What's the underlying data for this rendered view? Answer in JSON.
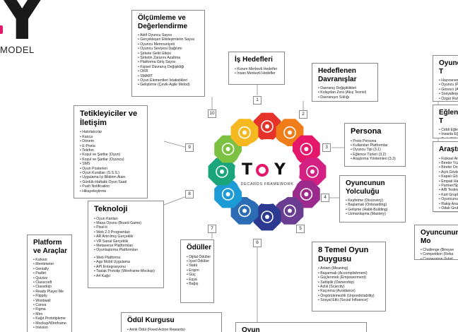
{
  "logo": {
    "letter": "Y",
    "tagline": "MODEL"
  },
  "hub": {
    "t": "T",
    "y": "Y",
    "subtitle": "DECARDS FRAMEWORK"
  },
  "colors": [
    "#e5332a",
    "#ef7d1a",
    "#e5176b",
    "#d42082",
    "#9b2a8c",
    "#6a3c92",
    "#2b3990",
    "#2b6cb5",
    "#1c9bd7",
    "#1aa57a",
    "#7cc142",
    "#f5b820"
  ],
  "icons": [
    "briefcase-icon",
    "brain-icon",
    "person-icon",
    "maze-icon",
    "lotus-icon",
    "dice-icon",
    "trophy-icon",
    "helmet-icon",
    "wifi-icon",
    "chart-icon",
    "megaphone-icon"
  ],
  "boxes": {
    "olcumleme": {
      "num": "10",
      "title": "Ölçümleme ve Değerlendirme",
      "items": [
        "Aktif Oyuncu Sayısı",
        "Gerçekleşen Etkileşimlerin Sayısı",
        "Oyuncu Memnuniyeti",
        "Oyuncu Seviyesi Dağılımı",
        "Şirkete Geliri Etkisi",
        "Şirketin Zararını Azaltma",
        "Platforma Giriş Sayısı",
        "Kişisel Davranış Değişikliği",
        "OKR",
        "SMART",
        "Oyun Elementleri İstatistikleri",
        "Geliştirme (Çevik-Agile Metod)"
      ]
    },
    "is_hedefleri": {
      "num": "1",
      "title": "İş Hedefleri",
      "items": [
        "Kurum Merkezli Hedefler",
        "İnsan Merkezli Hedefler"
      ]
    },
    "hedeflenen": {
      "num": "2",
      "title": "Hedeflenen Davranışlar",
      "items": [
        "Davranış Değişiklikleri",
        "Kolaydan Zora (Akış Teorisi)",
        "Davranışın Sıklığı"
      ]
    },
    "persona": {
      "num": "3",
      "title": "Persona",
      "items": [
        "Proto Persona",
        "Kullanılan Platformlar",
        "Oyuncu Tipi (3.1)",
        "Eğlence Türleri (3.2)",
        "Araştırma Yöntemleri (3.3)"
      ]
    },
    "yolculugu": {
      "num": "4",
      "title": "Oyuncunun Yolculuğu",
      "items": [
        "Keşfetme (Discovery)",
        "Başlamak (Onboarding)",
        "Gelişme (Habit-Building)",
        "Uzmanlaşma (Mastery)"
      ]
    },
    "temel": {
      "num": "5",
      "title": "8 Temel Oyun Duygusu",
      "items": [
        "Anlam (Meaning)",
        "Başarmak (Accomplishment)",
        "Güçlenmek (Empowerment)",
        "Sahiplik (Ownership)",
        "Azlık (Scarcity)",
        "Kaçınma (Avoidance)",
        "Öngörülemezlik (Unpredictability)",
        "Sosyal Etki (Social Influence)"
      ]
    },
    "oyun": {
      "num": "6",
      "title": "Oyun"
    },
    "oduller": {
      "num": "7",
      "title": "Ödüller",
      "items": [
        "Dijital Ödüller",
        "İçsel Ödüller",
        "Statü",
        "Erişim",
        "Güç",
        "Eşya",
        "Bağış"
      ]
    },
    "teknoloji": {
      "num": "8",
      "title": "Teknoloji",
      "items": [
        "Oyun Kartları",
        "Masa Oyunu (Board Game)",
        "Pixel-it",
        "Web 2.0 Programları",
        "AR Artırılmış Gerçeklik",
        "VR Sanal Gerçeklik",
        "Metaverse Platformları",
        "Oyunlaştırma Platformları",
        "",
        "Web Platformu",
        "App Mobil Uygulama",
        "API Entegrasyonu",
        "Taslak Prototip (Wireframe-Mockup)",
        "A4 Kağıt"
      ]
    },
    "tetikleyiciler": {
      "num": "9",
      "title": "Tetikleyiciler ve İletişim",
      "items": [
        "Hatırlatıcılar",
        "Kanca",
        "Dönem",
        "E-Posta",
        "Telefon",
        "Koşul ve Şartlar (Oyun)",
        "Koşul ve Şartlar (Oyuncu)",
        "SMS",
        "Oyun Posterleri",
        "Oyun Kuralları (S.S.S.)",
        "Uygulama İçi Bildirim Alanı",
        "Günlük-Haftalık Oyun Saati",
        "Push Notification",
        "Hikayeleştirme"
      ]
    },
    "platform": {
      "title": "Platform ve Araçlar",
      "items": [
        "Kahoot",
        "Mentimeter",
        "Genially",
        "Padlet",
        "Quizizz",
        "Classcraft",
        "Classdojo",
        "Ready Player Me",
        "Flippity",
        "Wordwall",
        "Canva",
        "Figma",
        "Miro",
        "Kağıt Prototipleme",
        "Mockup/Wireframe",
        "Invision"
      ]
    },
    "odul_kurgusu": {
      "title": "Ödül Kurgusu",
      "items": [
        "Anlık Ödül (Fixed Action Rewards)"
      ]
    },
    "oyuncu_tipi": {
      "title": "Oyuncu T",
      "items": [
        "Hayvsever",
        "Oyuncu (P",
        "Görevci (A",
        "Sosyalleşe",
        "Özgür Ruh",
        "Sorgulayıc"
      ]
    },
    "eglence": {
      "title": "Eğlence T",
      "items": [
        "Ciddi Eğlen",
        "İnsanla Eğl",
        "Zorlu Eğlen",
        "Kolay Eğlen"
      ]
    },
    "arastirma": {
      "title": "Araştırm",
      "items": [
        "Fiziksel Arı",
        "Birebir Yüz",
        "Birebir Onl",
        "Açık Gözler",
        "Kapalı Göz",
        "Empati Har",
        "Partner/Sp",
        "A/B Testing",
        "Kart Grupl",
        "Oyuncunun",
        "Rakip Anal",
        "Odak Grub"
      ]
    },
    "oyuncu_mo": {
      "title": "Oyuncunun Mo",
      "items": [
        "Challenge (Bireyse",
        "Competition (Reka",
        "Cooperation (İşbirl"
      ]
    }
  }
}
